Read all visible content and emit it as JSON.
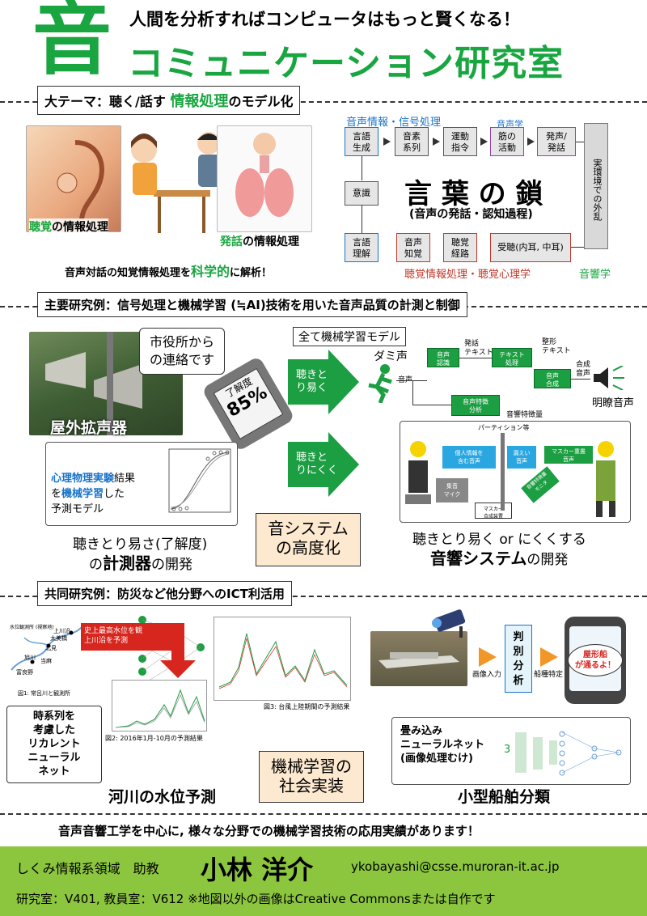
{
  "header": {
    "big_char": "音",
    "subtitle": "人間を分析すればコンピュータはもっと賢くなる！",
    "title": "コミュニケーション研究室"
  },
  "section1": {
    "label_pre": "大テーマ：聴く/話す",
    "label_green": "情報処理",
    "label_post": "のモデル化",
    "hearing_green": "聴覚",
    "hearing_post": "の情報処理",
    "speech_green": "発話",
    "speech_post": "の情報処理",
    "caption_pre": "音声対話の知覚情報処理を",
    "caption_green": "科学的",
    "caption_post": "に解析！",
    "top_label": "音声情報・信号処理",
    "phon_label": "音声学",
    "bottom_label": "聴覚情報処理・聴覚心理学",
    "acoustic_label": "音響学",
    "env_label": "実環境での外乱",
    "chain_title": "言 葉 の 鎖",
    "chain_sub": "(音声の発話・認知過程)",
    "top_boxes": [
      "言語\n生成",
      "音素\n系列",
      "運動\n指令",
      "筋の\n活動",
      "発声/\n発話"
    ],
    "middle_box": "意識",
    "bottom_boxes": [
      "言語\n理解",
      "音声\n知覚",
      "聴覚\n経路",
      "受聴(内耳, 中耳)"
    ]
  },
  "section2": {
    "label": "主要研究例：信号処理と機械学習 (≒AI)技術を用いた音声品質の計測と制御",
    "bubble": "市役所から\nの連絡です",
    "loudspeaker": "屋外拡声器",
    "meter_label": "了解度",
    "meter_value": "85%",
    "easy_arrow": "聴きと\nり易く",
    "hard_arrow": "聴きと\nりにくく",
    "model_label": "全て機械学習モデル",
    "dummy_voice": "ダミ声",
    "clear_voice": "明瞭音声",
    "flow_labels": [
      "発話\nテキスト",
      "整形\nテキスト",
      "合成\n音声",
      "音声",
      "音響特徴量"
    ],
    "flow_boxes": [
      "音声\n認識",
      "テキスト\n処理",
      "音声\n合成",
      "音声特徴\n分析"
    ],
    "psych_blue1": "心理物理実験",
    "psych_mid": "結果\nを",
    "psych_blue2": "機械学習",
    "psych_post": "した\n予測モデル",
    "meter_caption1": "聴きとり易さ(了解度)",
    "meter_caption2_pre": "の",
    "meter_caption2_bold": "計測器",
    "meter_caption2_post": "の開発",
    "center_box": "音システム\nの高度化",
    "partition_label": "パーティション等",
    "room_labels": [
      "個人情報を\n含む音声",
      "漏えい\n音声",
      "マスカー重畳\n音声",
      "集音\nマイク",
      "マスカー\n合成装置",
      "音響特徴量\nモニタ"
    ],
    "sys_caption1": "聴きとり易く or にくくする",
    "sys_caption2_bold": "音響システム",
    "sys_caption2_post": "の開発"
  },
  "section3": {
    "label": "共同研究例：防災など他分野へのICT利活用",
    "map_places": [
      "水位観測所 (視察地)",
      "上川沿",
      "太美橋",
      "北見",
      "旭川",
      "富良野",
      "当麻"
    ],
    "red_arrow_text": "史上最高水位を観測した\n上川沿を予測",
    "fig1": "図1: 常呂川と観測所",
    "fig2": "図2: 2016年1月-10月の予測結果",
    "fig3": "図3: 台風上陸期間の予測結果",
    "rnn_box": "時系列を\n考慮した\nリカレント\nニューラル\nネット",
    "river_caption": "河川の水位予測",
    "ml_box": "機械学習の\n社会実装",
    "image_input": "画像入力",
    "judge": "判\n別\n分\n析",
    "ship_type": "船種特定",
    "alert": "屋形船\nが通るよ！",
    "cnn_box": "畳み込み\nニューラルネット\n(画像処理むけ)",
    "cnn_num": "3",
    "ship_caption": "小型船舶分類"
  },
  "summary": "音声音響工学を中心に, 様々な分野での機械学習技術の応用実績があります！",
  "footer": {
    "dept": "しくみ情報系領域　助教",
    "name": "小林 洋介",
    "email": "ykobayashi@csse.muroran-it.ac.jp",
    "rooms": "研究室：V401, 教員室：V612 ※地図以外の画像はCreative Commonsまたは自作です"
  },
  "colors": {
    "green": "#19a640",
    "blue": "#1a73c8",
    "footer": "#8cc63f",
    "red": "#c0392b"
  }
}
